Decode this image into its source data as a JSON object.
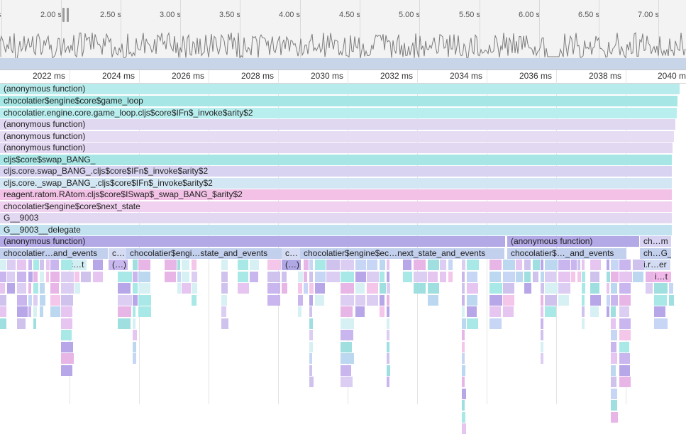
{
  "overview": {
    "time_labels": [
      "s",
      "2.00 s",
      "2.50 s",
      "3.00 s",
      "3.50 s",
      "4.00 s",
      "4.50 s",
      "5.00 s",
      "5.50 s",
      "6.00 s",
      "6.50 s",
      "7.00 s"
    ]
  },
  "ruler": {
    "labels": [
      "2022 ms",
      "2024 ms",
      "2026 ms",
      "2028 ms",
      "2030 ms",
      "2032 ms",
      "2034 ms",
      "2036 ms",
      "2038 ms",
      "2040 m"
    ]
  },
  "flame_rows": [
    {
      "label": "(anonymous function)",
      "color": "#b8ecec"
    },
    {
      "label": "chocolatier$engine$core$game_loop",
      "color": "#a6e6e4"
    },
    {
      "label": "chocolatier.engine.core.game_loop.cljs$core$IFn$_invoke$arity$2",
      "color": "#b9eeee"
    },
    {
      "label": "(anonymous function)",
      "color": "#e0d7f0"
    },
    {
      "label": "(anonymous function)",
      "color": "#e6dcf3"
    },
    {
      "label": "(anonymous function)",
      "color": "#e3d8f1"
    },
    {
      "label": "cljs$core$swap_BANG_",
      "color": "#a8e6e6"
    },
    {
      "label": "cljs.core.swap_BANG_.cljs$core$IFn$_invoke$arity$2",
      "color": "#d8d3f1"
    },
    {
      "label": "cljs.core._swap_BANG_.cljs$core$IFn$_invoke$arity$2",
      "color": "#d3e6f3"
    },
    {
      "label": "reagent.ratom.RAtom.cljs$core$ISwap$_swap_BANG_$arity$2",
      "color": "#f2c1e5"
    },
    {
      "label": "chocolatier$engine$core$next_state",
      "color": "#f0d2f0"
    },
    {
      "label": "G__9003",
      "color": "#e3d8f1"
    },
    {
      "label": "G__9003__delegate",
      "color": "#c3e2ef"
    }
  ],
  "row13": [
    {
      "label": "(anonymous function)",
      "color": "#b3a9e6"
    },
    {
      "label": "(anonymous function)",
      "color": "#b3a9e6"
    },
    {
      "label": "ch…m",
      "color": "#d7d2f1"
    }
  ],
  "row14": [
    {
      "label": "chocolatier…and_events",
      "color": "#c2d0ee"
    },
    {
      "label": "c…",
      "color": "#d5dbf2"
    },
    {
      "label": "chocolatier$engi…state_and_events",
      "color": "#c2d0ee"
    },
    {
      "label": "c…",
      "color": "#d5dbf2"
    },
    {
      "label": "chocolatier$engine$ec…next_state_and_events",
      "color": "#c2d0ee"
    },
    {
      "label": "chocolatier$…_and_events",
      "color": "#c2d0ee"
    },
    {
      "label": "ch…G_",
      "color": "#c2d0ee"
    }
  ],
  "row15": [
    {
      "label": "c…t",
      "color": "#d3eef2"
    },
    {
      "label": "(…)",
      "color": "#c9b8ee"
    },
    {
      "label": "(…)",
      "color": "#b0a8e4"
    },
    {
      "label": "i.r…er",
      "color": "#d3dcf2"
    }
  ],
  "row16": [
    {
      "label": "i…t",
      "color": "#f0b8e8"
    }
  ],
  "colors": {
    "cyan": "#a6e6e4",
    "lavender": "#e3d8f1",
    "pink": "#f2c1e5",
    "purple": "#b3a9e6",
    "trace": "#7c7c7c"
  }
}
